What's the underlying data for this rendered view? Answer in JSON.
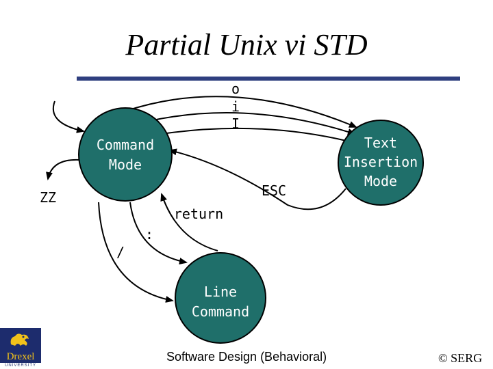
{
  "title": "Partial Unix vi STD",
  "colors": {
    "node_fill": "#1f6f6a",
    "rule": "#2f3f7f",
    "logo_bg": "#1d2c6d",
    "logo_gold": "#f2c21a"
  },
  "nodes": {
    "command_mode": {
      "line1": "Command",
      "line2": "Mode"
    },
    "text_insertion_mode": {
      "line1": "Text",
      "line2": "Insertion",
      "line3": "Mode"
    },
    "line_command": {
      "line1": "Line",
      "line2": "Command"
    }
  },
  "transitions": {
    "o": "o",
    "i": "i",
    "I": "I",
    "esc": "ESC",
    "zz": "ZZ",
    "return": "return",
    "colon": ":",
    "slash": "/"
  },
  "footer": "Software Design (Behavioral)",
  "copyright": "© SERG",
  "logo": {
    "name": "Drexel",
    "subtitle": "UNIVERSITY",
    "icon": "dragon-icon"
  }
}
